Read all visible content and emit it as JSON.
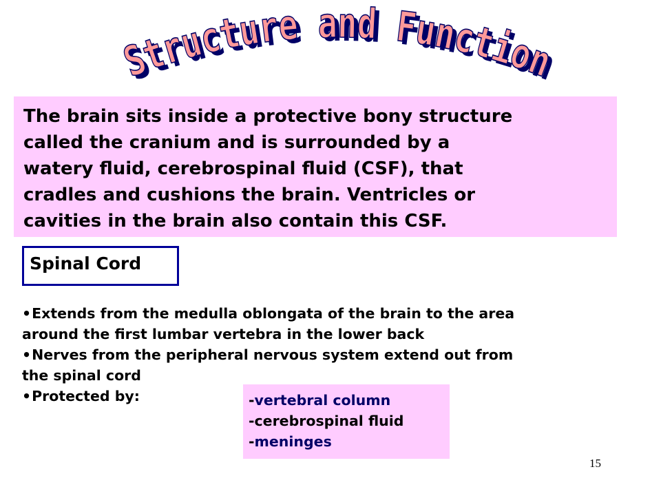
{
  "title": "Structure and Function",
  "intro": {
    "lines": [
      "The brain sits inside a protective bony structure",
      "called the cranium and is surrounded by a",
      "watery fluid, cerebrospinal fluid (CSF), that",
      "cradles and cushions the brain. Ventricles or",
      "cavities in the brain also contain this CSF."
    ]
  },
  "heading": "Spinal Cord",
  "bullets": [
    {
      "marker": "•",
      "lines": [
        "Extends from the medulla oblongata of the brain to the area",
        "around the first lumbar vertebra in the lower back"
      ]
    },
    {
      "marker": "•",
      "lines": [
        "Nerves from the peripheral nervous system extend out from",
        "the spinal cord"
      ]
    },
    {
      "marker": "•",
      "lines": [
        "Protected by:"
      ]
    }
  ],
  "protected_by": [
    {
      "dash": "-",
      "text": "vertebral column"
    },
    {
      "dash": "-",
      "text": "cerebrospinal fluid"
    },
    {
      "dash": "-",
      "text": "meninges"
    }
  ],
  "page_number": "15",
  "colors": {
    "title_fill": "#ff9999",
    "title_outline": "#000066",
    "box_fill": "#ffccff",
    "heading_border": "#000099",
    "list_text": "#000066"
  }
}
